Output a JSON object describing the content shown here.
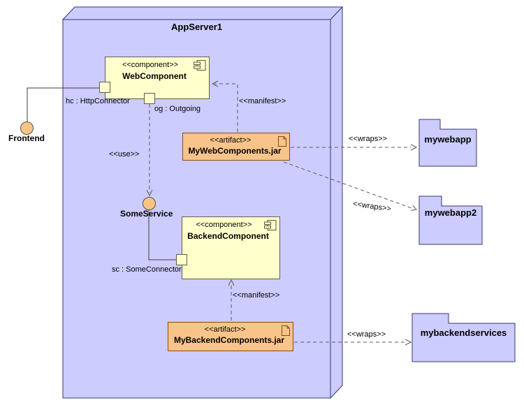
{
  "node": {
    "name": "AppServer1"
  },
  "components": {
    "web": {
      "stereotype": "<<component>>",
      "name": "WebComponent"
    },
    "backend": {
      "stereotype": "<<component>>",
      "name": "BackendComponent"
    }
  },
  "artifacts": {
    "web": {
      "stereotype": "<<artifact>>",
      "name": "MyWebComponents.jar"
    },
    "backend": {
      "stereotype": "<<artifact>>",
      "name": "MyBackendComponents.jar"
    }
  },
  "ports": {
    "hc": {
      "label": "hc : HttpConnector"
    },
    "og": {
      "label": "og : Outgoing"
    },
    "sc": {
      "label": "sc : SomeConnector"
    }
  },
  "interfaces": {
    "frontend": {
      "label": "Frontend"
    },
    "someservice": {
      "label": "SomeService"
    }
  },
  "packages": {
    "mywebapp": {
      "name": "mywebapp"
    },
    "mywebapp2": {
      "name": "mywebapp2"
    },
    "mybackendservices": {
      "name": "mybackendservices"
    }
  },
  "edges": {
    "use": {
      "label": "<<use>>"
    },
    "manifest_web": {
      "label": "<<manifest>>"
    },
    "manifest_backend": {
      "label": "<<manifest>>"
    },
    "wraps_web": {
      "label": "<<wraps>>"
    },
    "wraps_web2": {
      "label": "<<wraps>>"
    },
    "wraps_backend": {
      "label": "<<wraps>>"
    }
  },
  "colors": {
    "node_fill": "#ccccff",
    "node_border": "#38386b",
    "component_fill": "#ffffcc",
    "component_border": "#5f5f4d",
    "artifact_fill": "#f9c48a",
    "artifact_border": "#8a4a10",
    "ball_fill": "#f9c386",
    "package_fill": "#ccccff",
    "solid_line": "#3d3d3d",
    "dashed_line": "#5a5a5a",
    "text": "#000000"
  }
}
